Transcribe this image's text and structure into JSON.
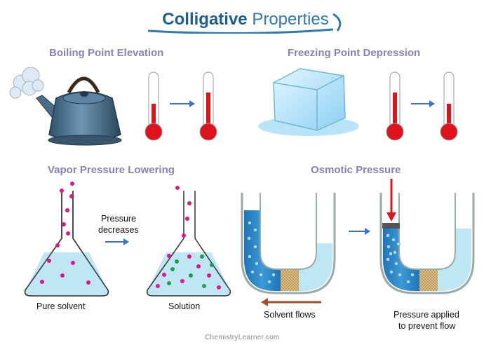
{
  "title": {
    "part1": "Colligative",
    "part2": "Properties"
  },
  "sections": {
    "boiling": "Boiling Point Elevation",
    "freezing": "Freezing Point Depression",
    "vapor": "Vapor Pressure Lowering",
    "osmotic": "Osmotic Pressure"
  },
  "labels": {
    "pressure_line1": "Pressure",
    "pressure_line2": "decreases",
    "pure_solvent": "Pure solvent",
    "solution": "Solution",
    "solvent_flows": "Solvent flows",
    "pressure_applied_line1": "Pressure applied",
    "pressure_applied_line2": "to prevent flow"
  },
  "credit": "ChemistryLearner.com",
  "colors": {
    "title_dark": "#1f5f8f",
    "title_light": "#2d7ab5",
    "section": "#8a7fb8",
    "mercury": "#e0121b",
    "arrow_blue": "#3d6fd6",
    "arrow_brown": "#a0522d",
    "solvent_dot": "#e0148f",
    "solute_dot": "#1ea04a",
    "liquid": "#bfe7f3",
    "tube_liquid_dark": "#2a87c9",
    "membrane": "#d9b57a"
  }
}
